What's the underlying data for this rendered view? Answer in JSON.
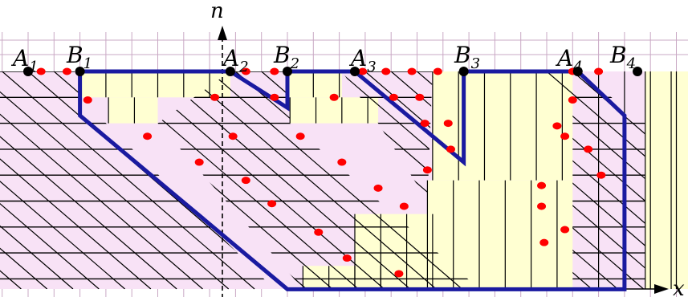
{
  "colors": {
    "background": "#ffffff",
    "pink": "#f8e2f6",
    "yellow": "#ffffd2",
    "grid": "#000000",
    "guide": "#c9a8c4",
    "path": "#1a1aa0",
    "red_dot": "#ff0000",
    "black_dot": "#000000"
  },
  "axes": {
    "x_label": "x",
    "y_label": "n"
  },
  "points": [
    {
      "name": "A",
      "sub": "1"
    },
    {
      "name": "B",
      "sub": "1"
    },
    {
      "name": "A",
      "sub": "2"
    },
    {
      "name": "B",
      "sub": "2"
    },
    {
      "name": "A",
      "sub": "3"
    },
    {
      "name": "B",
      "sub": "3"
    },
    {
      "name": "A",
      "sub": "4"
    },
    {
      "name": "B",
      "sub": "4"
    }
  ],
  "icons": {
    "red_marker": "red-dot-marker",
    "black_marker": "black-dot-marker"
  }
}
